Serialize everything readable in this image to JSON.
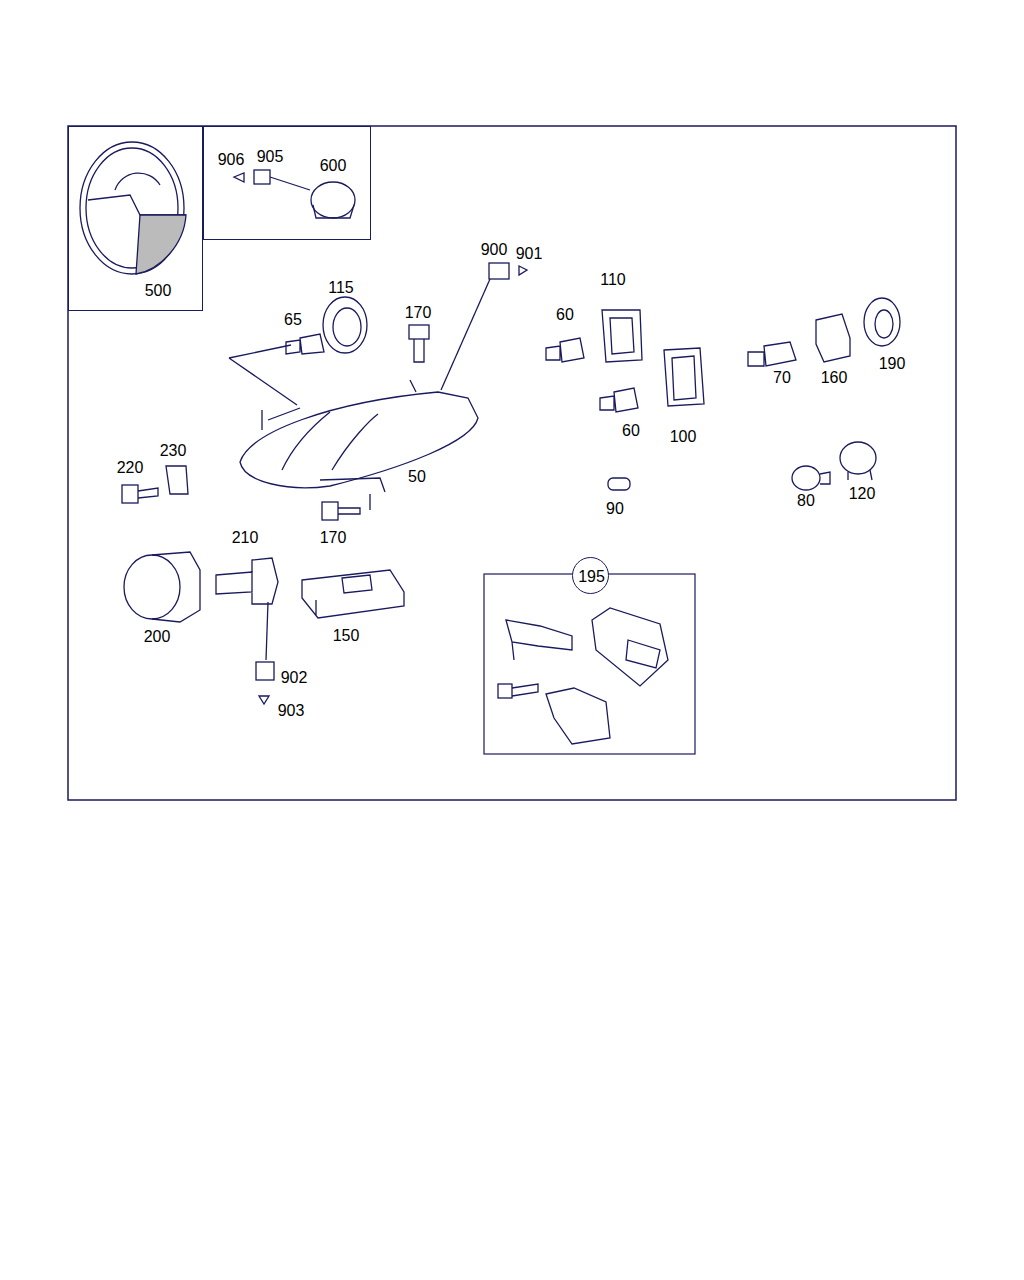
{
  "diagram": {
    "nodes": [
      {
        "text": [
          "500"
        ]
      },
      {
        "text": [
          "906",
          "905",
          "600"
        ]
      },
      {
        "text": [
          "195"
        ]
      }
    ],
    "labels": [
      "900",
      "901",
      "110",
      "115",
      "65",
      "170",
      "60",
      "70",
      "160",
      "190",
      "60",
      "100",
      "230",
      "220",
      "50",
      "80",
      "120",
      "90",
      "170",
      "210",
      "200",
      "150",
      "902",
      "903"
    ]
  }
}
